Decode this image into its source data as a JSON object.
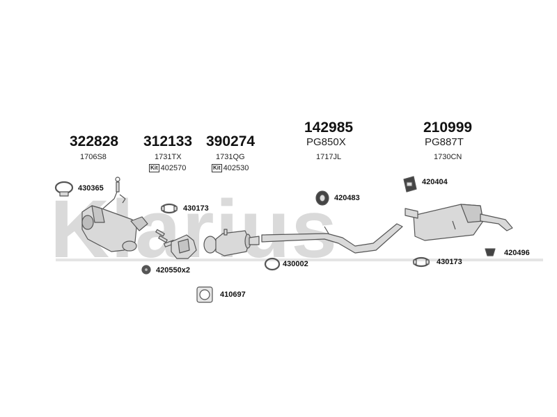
{
  "watermark": "Klarius",
  "groups": [
    {
      "part": "322828",
      "code": "1706S8"
    },
    {
      "part": "312133",
      "code": "1731TX",
      "kit_label": "Kit",
      "kit": "402570"
    },
    {
      "part": "390274",
      "code": "1731QG",
      "kit_label": "Kit",
      "kit": "402530"
    },
    {
      "part": "142985",
      "sub": "PG850X",
      "code": "1717JL"
    },
    {
      "part": "210999",
      "sub": "PG887T",
      "code": "1730CN"
    }
  ],
  "callouts": [
    {
      "id": "c430365",
      "label": "430365"
    },
    {
      "id": "c430173a",
      "label": "430173"
    },
    {
      "id": "c420550",
      "label": "420550x2"
    },
    {
      "id": "c410697",
      "label": "410697"
    },
    {
      "id": "c430002",
      "label": "430002"
    },
    {
      "id": "c420483",
      "label": "420483"
    },
    {
      "id": "c420404",
      "label": "420404"
    },
    {
      "id": "c430173b",
      "label": "430173"
    },
    {
      "id": "c420496",
      "label": "420496"
    }
  ],
  "colors": {
    "part_fill": "#d9d9d9",
    "part_stroke": "#555555",
    "watermark": "#dadada"
  }
}
